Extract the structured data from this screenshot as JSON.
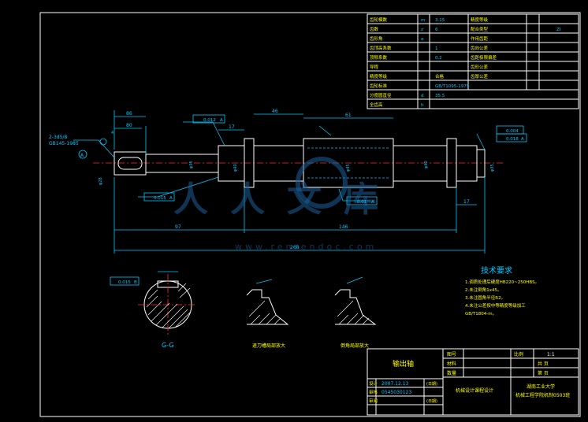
{
  "param_table": {
    "rows": [
      {
        "label": "齿轮模数",
        "sym": "m",
        "val": "3.15",
        "label2": "精度等级",
        "val2": ""
      },
      {
        "label": "齿数",
        "sym": "z",
        "val": "6",
        "label2": "配合类型",
        "val2": "ZI"
      },
      {
        "label": "齿形角",
        "sym": "α",
        "val": "",
        "label2": "作用齿距",
        "val2": ""
      },
      {
        "label": "齿顶高系数",
        "sym": "",
        "val": "1",
        "label2": "齿向公差",
        "val2": ""
      },
      {
        "label": "顶隙系数",
        "sym": "",
        "val": "0.2",
        "label2": "齿距极限偏差",
        "val2": ""
      },
      {
        "label": "导程",
        "sym": "",
        "val": "",
        "label2": "齿形公差",
        "val2": ""
      },
      {
        "label": "精度等级",
        "sym": "",
        "val": "",
        "label2": "齿厚公差",
        "val2": ""
      },
      {
        "label": "齿轮标准",
        "sym": "",
        "val": "GB/T1095-1979",
        "label2": "",
        "val2": ""
      },
      {
        "label": "分度圆直径",
        "sym": "d",
        "val": "35.5",
        "label2": "",
        "val2": ""
      },
      {
        "label": "全齿高",
        "sym": "h",
        "val": "",
        "label2": "",
        "val2": ""
      }
    ],
    "header_mid": "合格"
  },
  "dimensions": {
    "d86": "86",
    "d80": "80",
    "d46": "46",
    "d61": "61",
    "d17a": "17",
    "d17b": "17",
    "d97": "97",
    "d146": "146",
    "d268": "268",
    "d4": "4",
    "keyway_note": "2-3d5/8",
    "keyway_std": "GB145-1985",
    "dia1": "φ28",
    "dia2": "φ35",
    "dia3": "φ40",
    "dia4": "φ45",
    "dia5": "φ40",
    "dia6": "φ35"
  },
  "tolerances": {
    "t1": "0.012",
    "t1_ref": "A",
    "t2": "0.015",
    "t2_ref": "A",
    "t3": "0.01",
    "t3_ref": "A",
    "t4": "0.004",
    "t5": "0.018",
    "t5_ref": "A",
    "t6": "0.015",
    "t6_ref": "B"
  },
  "section_labels": {
    "section_gg": "G-G",
    "detail1": "退刀槽局部放大",
    "detail2": "倒角局部放大",
    "label_a": "A",
    "label_b": "B"
  },
  "tech_requirements": {
    "title": "技术要求",
    "items": [
      "1.调质处理后硬度HB220~250HBS。",
      "2.未注倒角1x45。",
      "3.未注圆角半径R2。",
      "4.未注公差按中等精度等级加工",
      "GB/T1804-m。"
    ]
  },
  "title_block": {
    "part_name": "输出轴",
    "scale_label": "比例",
    "scale": "1:1",
    "sheet1": "共 页",
    "sheet2": "第 页",
    "row_labels": [
      "图号",
      "材料",
      "数量"
    ],
    "designer_label": "设计",
    "date": "2007.12.13",
    "check_label": "审核",
    "student_id": "0545030123",
    "approve_label": "审阅",
    "sign": "(日期)",
    "course": "机械设计课程设计",
    "school": "湖南工业大学",
    "dept": "机械工程学院机制0503班"
  },
  "watermark": {
    "main": "人人文库",
    "url": "www.renrendoc.com"
  }
}
